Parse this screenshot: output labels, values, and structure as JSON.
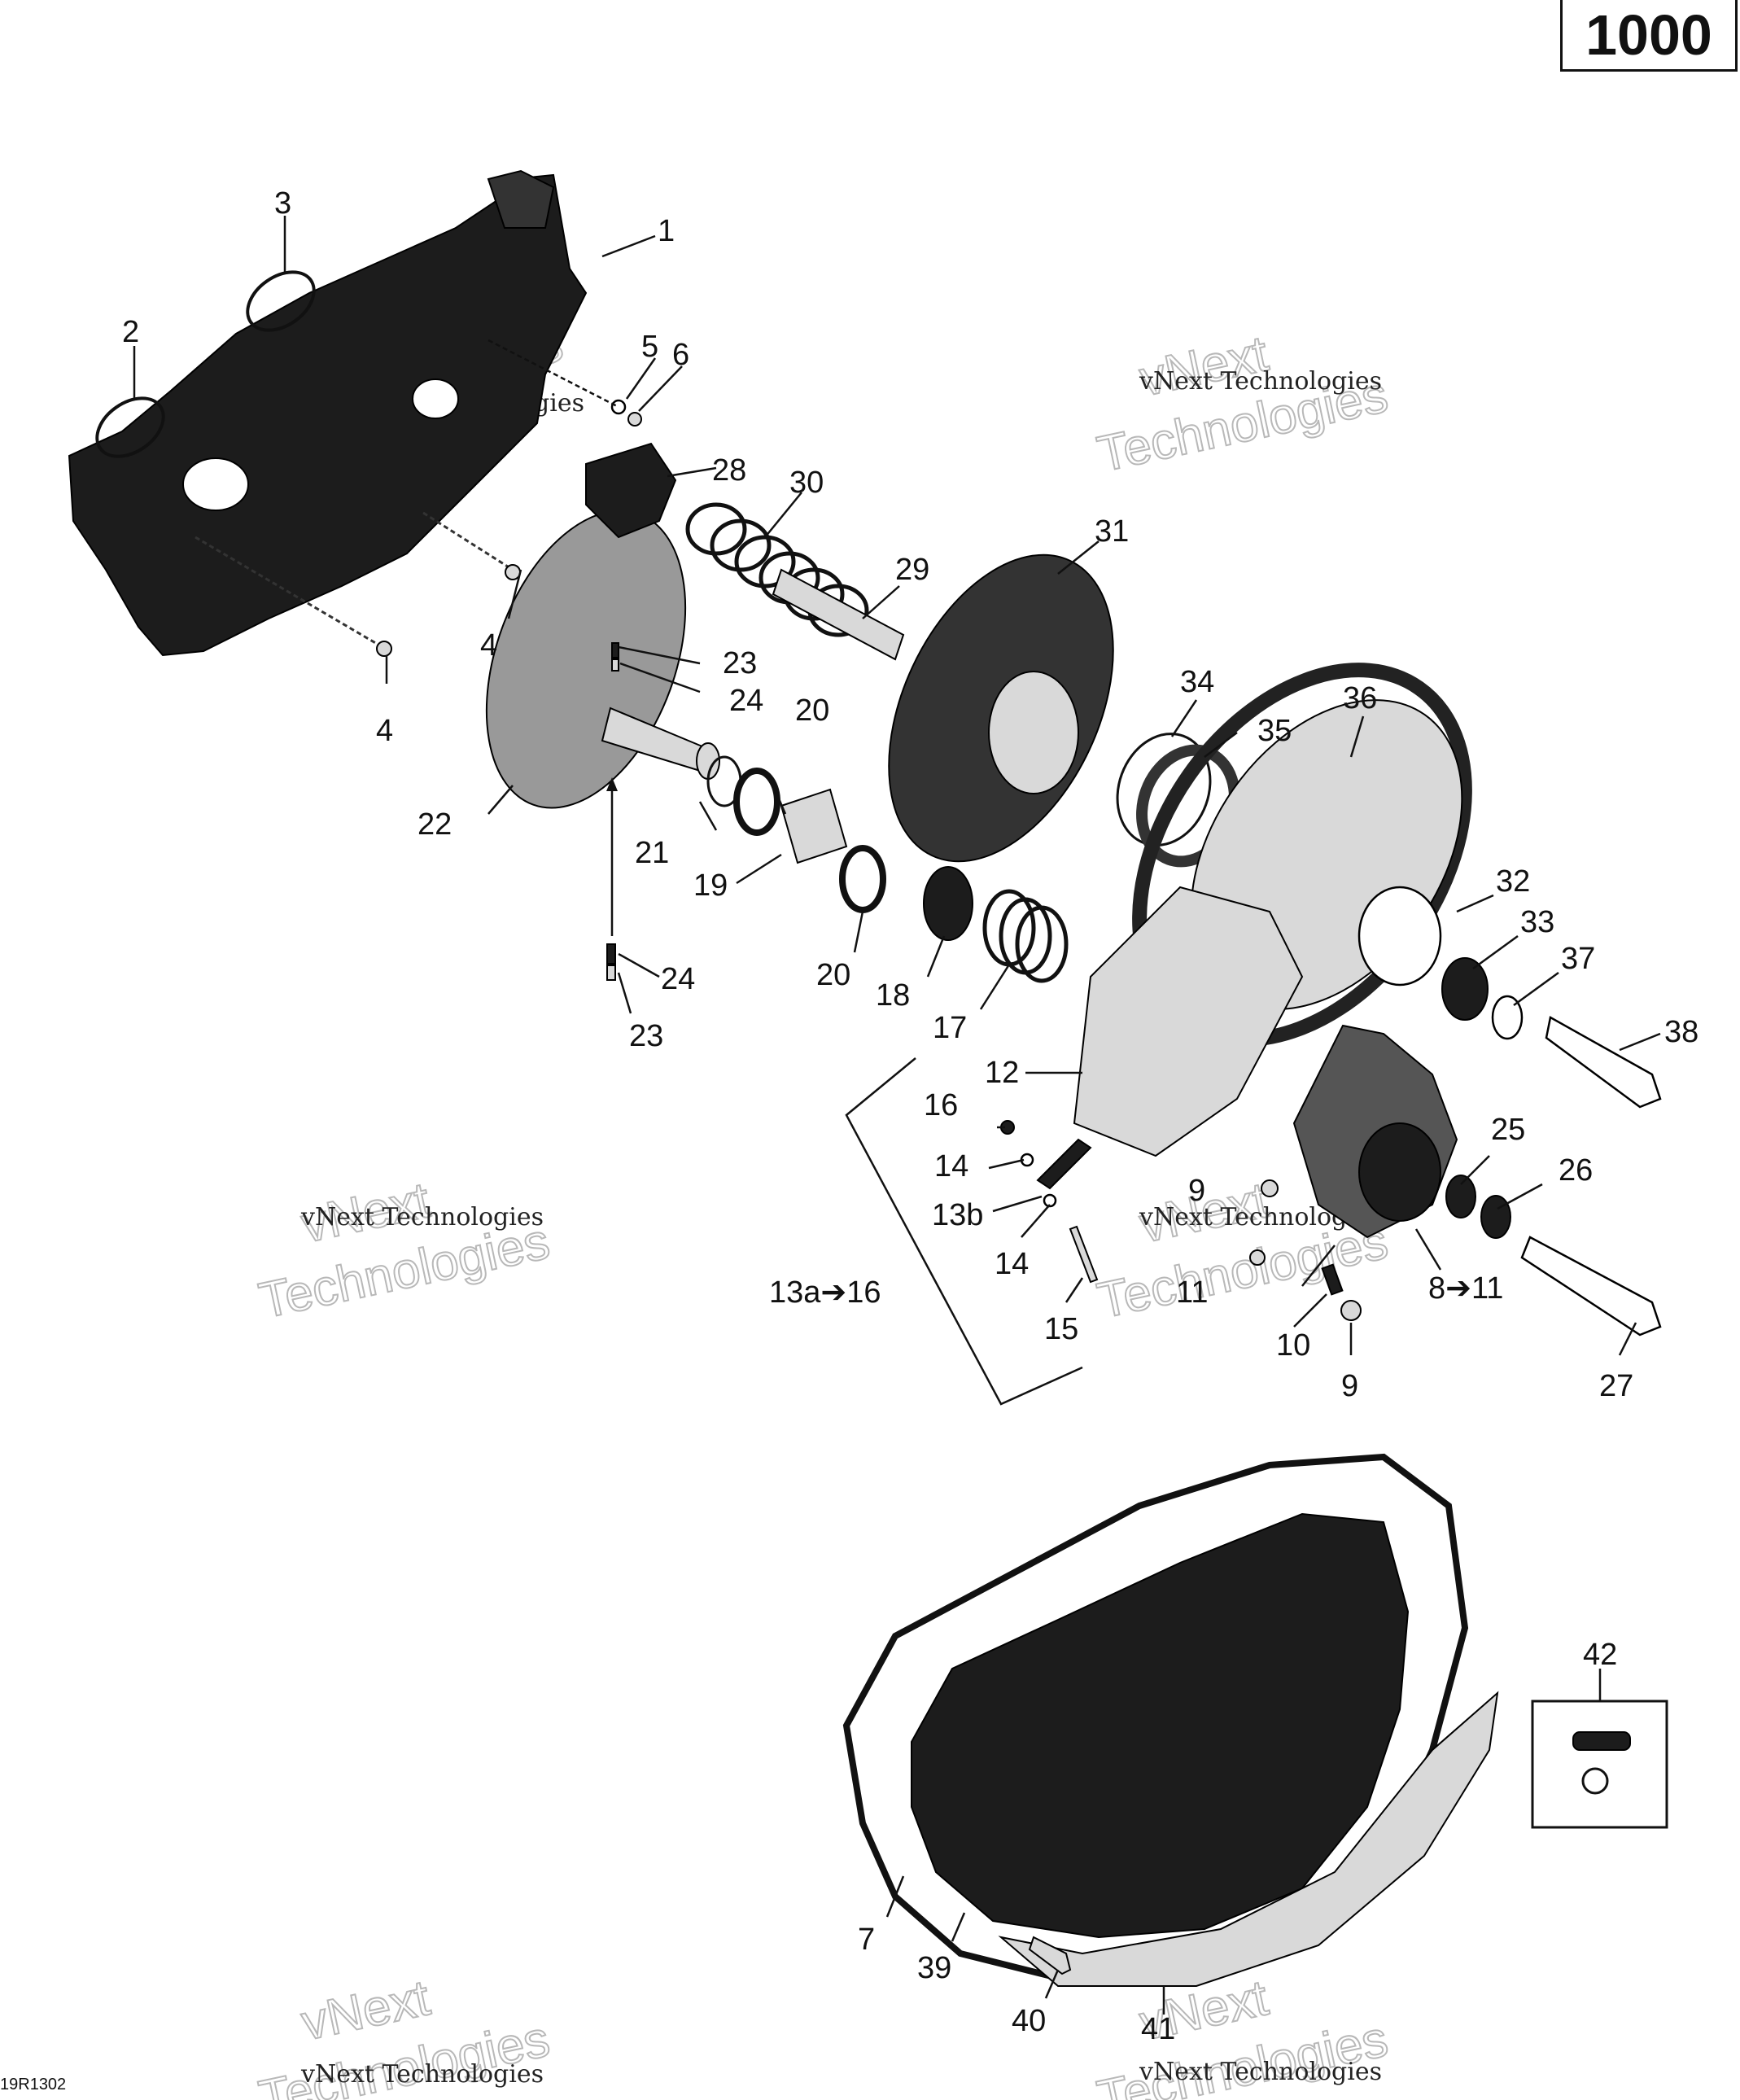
{
  "model": "1000",
  "diagram_code": "19R1302",
  "watermark": {
    "small": "vNext Technologies",
    "big_line1": "vNext",
    "big_line2": "Technologies"
  },
  "callouts": {
    "c1": "1",
    "c2": "2",
    "c3": "3",
    "c4a": "4",
    "c4b": "4",
    "c5": "5",
    "c6": "6",
    "c7": "7",
    "c8to11": "8➔11",
    "c9a": "9",
    "c9b": "9",
    "c10": "10",
    "c11": "11",
    "c12": "12",
    "c13a16": "13a➔16",
    "c13b": "13b",
    "c14a": "14",
    "c14b": "14",
    "c15": "15",
    "c16": "16",
    "c17": "17",
    "c18": "18",
    "c19": "19",
    "c20a": "20",
    "c20b": "20",
    "c21": "21",
    "c22": "22",
    "c23a": "23",
    "c23b": "23",
    "c24a": "24",
    "c24b": "24",
    "c25": "25",
    "c26": "26",
    "c27": "27",
    "c28": "28",
    "c29": "29",
    "c30": "30",
    "c31": "31",
    "c32": "32",
    "c33": "33",
    "c34": "34",
    "c35": "35",
    "c36": "36",
    "c37": "37",
    "c38": "38",
    "c39": "39",
    "c40": "40",
    "c41": "41",
    "c42": "42"
  }
}
